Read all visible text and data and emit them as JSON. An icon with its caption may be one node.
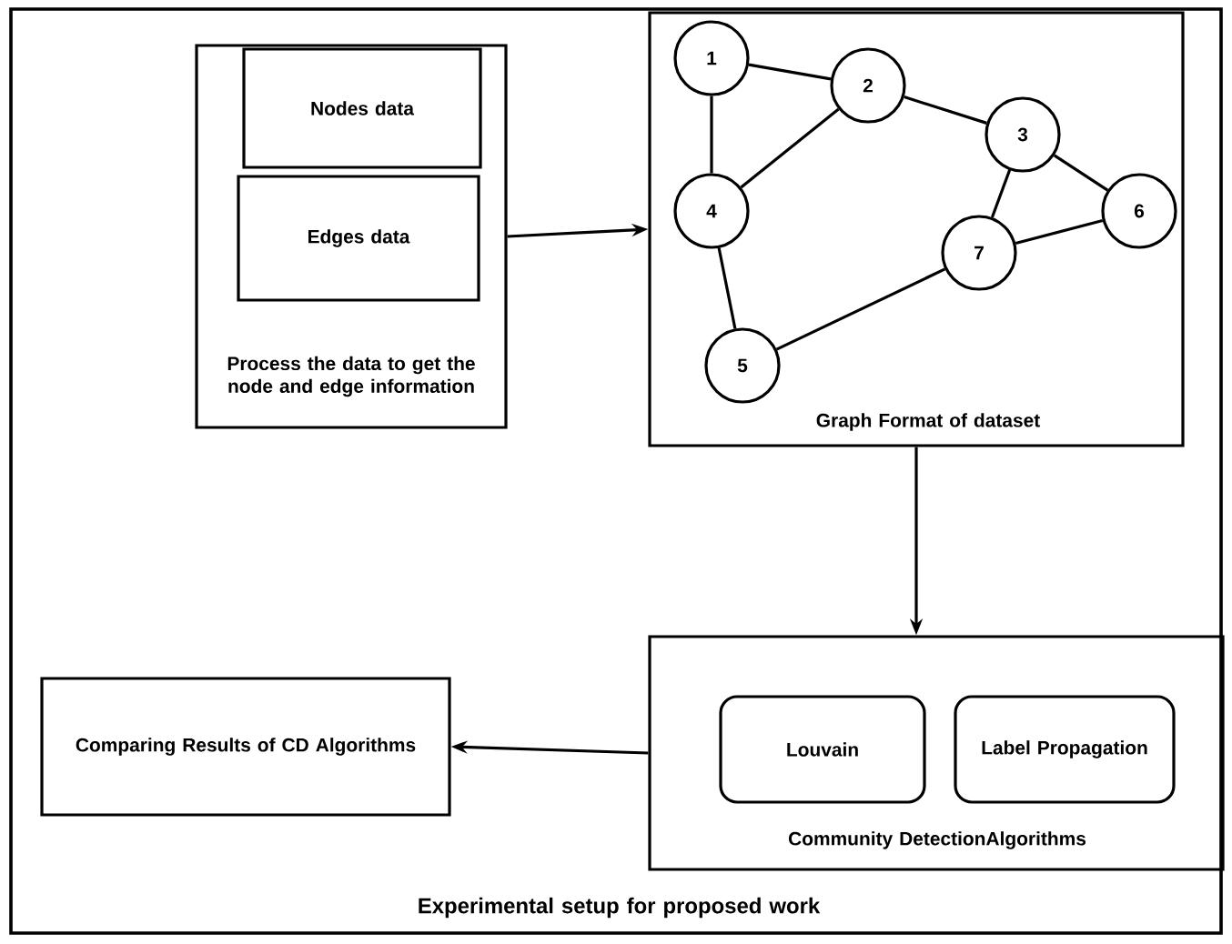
{
  "diagram": {
    "nodes": [
      {
        "text": [
          "Experimental setup for proposed work"
        ]
      },
      {
        "text": [
          "Process the data to get the node and edge information"
        ],
        "in": 0
      },
      {
        "text": [
          "Nodes data"
        ],
        "in": 1
      },
      {
        "text": [
          "Edges data"
        ],
        "in": 1
      },
      {
        "text": [
          "Graph Format of dataset"
        ],
        "in": 0
      },
      {
        "text": [
          "1"
        ],
        "in": 4
      },
      {
        "text": [
          "2"
        ],
        "in": 4
      },
      {
        "text": [
          "3"
        ],
        "in": 4
      },
      {
        "text": [
          "4"
        ],
        "in": 4
      },
      {
        "text": [
          "5"
        ],
        "in": 4
      },
      {
        "text": [
          "6"
        ],
        "in": 4
      },
      {
        "text": [
          "7"
        ],
        "in": 4
      },
      {
        "text": [
          "Community DetectionAlgorithms"
        ],
        "in": 0
      },
      {
        "text": [
          "Louvain"
        ],
        "in": 12
      },
      {
        "text": [
          "Label Propagation"
        ],
        "in": 12
      },
      {
        "text": [
          "Comparing Results of CD Algorithms"
        ],
        "in": 0
      }
    ],
    "edges": [
      {
        "from": 1,
        "to": 4,
        "arrow": "to"
      },
      {
        "from": 4,
        "to": 12,
        "arrow": "to"
      },
      {
        "from": 12,
        "to": 15,
        "arrow": "to"
      },
      {
        "from": 5,
        "to": 6,
        "arrow": "none"
      },
      {
        "from": 5,
        "to": 8,
        "arrow": "none"
      },
      {
        "from": 6,
        "to": 8,
        "arrow": "none"
      },
      {
        "from": 6,
        "to": 7,
        "arrow": "none"
      },
      {
        "from": 7,
        "to": 10,
        "arrow": "none"
      },
      {
        "from": 7,
        "to": 11,
        "arrow": "none"
      },
      {
        "from": 11,
        "to": 10,
        "arrow": "none"
      },
      {
        "from": 8,
        "to": 9,
        "arrow": "none"
      },
      {
        "from": 9,
        "to": 11,
        "arrow": "none"
      }
    ]
  }
}
